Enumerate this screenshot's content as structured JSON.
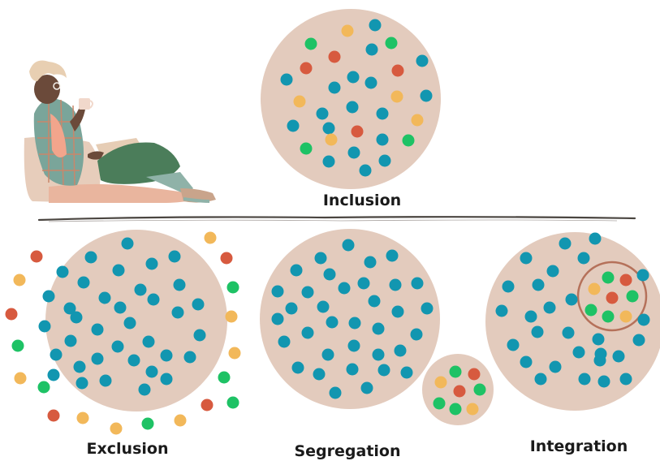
{
  "labels": {
    "inclusion": "Inclusion",
    "exclusion": "Exclusion",
    "segregation": "Segregation",
    "integration": "Integration"
  },
  "colors": {
    "circle_fill": "#e3cbbd",
    "teal": "#1296b0",
    "green": "#1ec265",
    "orange": "#f2b85a",
    "red": "#d75a3f",
    "divider": "#4a4540",
    "integration_ring": "#b5715a"
  },
  "illustration": "person-reading-icon"
}
